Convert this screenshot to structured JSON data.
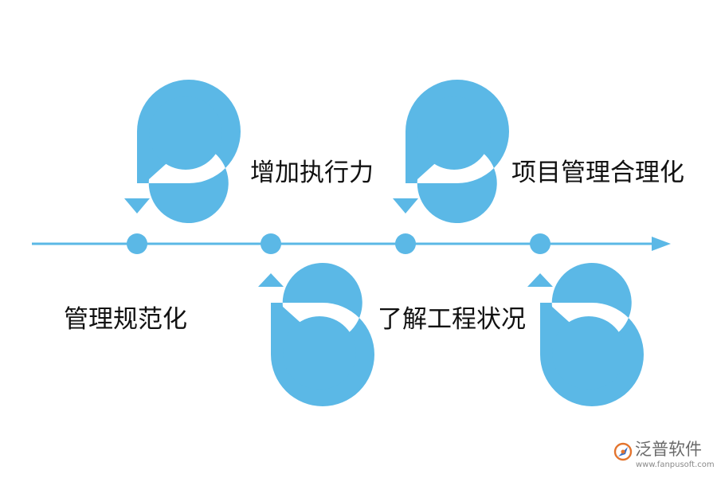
{
  "colors": {
    "accent": "#5bb8e6",
    "text": "#111111"
  },
  "steps": [
    {
      "label": "管理规范化",
      "icon": "p-arrow-down-icon"
    },
    {
      "label": "增加执行力",
      "icon": "b-arrow-up-icon"
    },
    {
      "label": "了解工程状况",
      "icon": "p-arrow-down-icon"
    },
    {
      "label": "项目管理合理化",
      "icon": "b-arrow-up-icon"
    }
  ],
  "watermark": {
    "brand": "泛普软件",
    "url": "www.fanpusoft.com"
  }
}
